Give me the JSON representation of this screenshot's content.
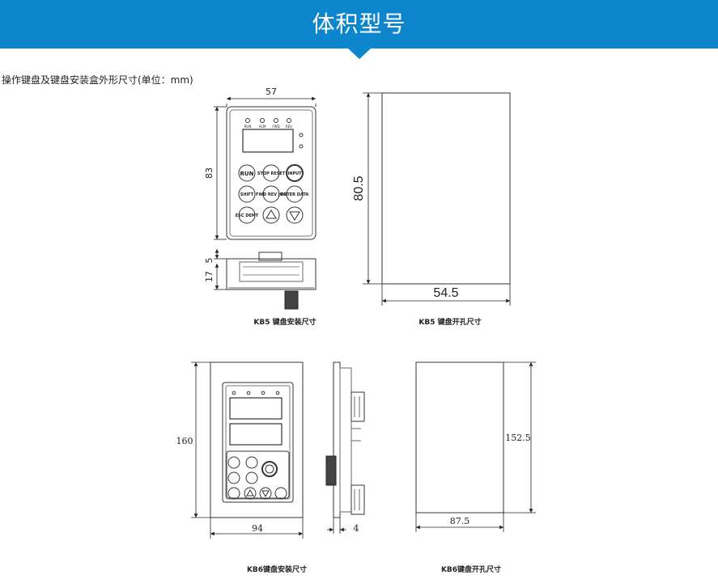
{
  "header": {
    "title": "体积型号"
  },
  "subtitle": "操作键盘及键盘安装盒外形尺寸(单位：mm)",
  "kb5": {
    "install": {
      "caption": "KB5 键盘安装尺寸",
      "dims": {
        "width": "57",
        "height": "83",
        "top_gap": "5",
        "depth": "17"
      },
      "led_labels": [
        "RUN",
        "ALM",
        "FWD",
        "REV"
      ],
      "keys": [
        "RUN",
        "STOP RESET",
        "INPUT",
        "SHIFT",
        "FWD REV JOG",
        "ENTER DATA",
        "ESC DEMT",
        "up-icon",
        "down-icon"
      ]
    },
    "cutout": {
      "caption": "KB5 键盘开孔尺寸",
      "dims": {
        "height": "80.5",
        "width": "54.5"
      }
    }
  },
  "kb6": {
    "install": {
      "caption": "KB6键盘安装尺寸",
      "dims": {
        "height": "160",
        "width": "94",
        "side_depth": "4"
      }
    },
    "cutout": {
      "caption": "KB6键盘开孔尺寸",
      "dims": {
        "height": "152.5",
        "width": "87.5"
      }
    }
  },
  "colors": {
    "banner": "#0e86ce",
    "line": "#333333"
  }
}
